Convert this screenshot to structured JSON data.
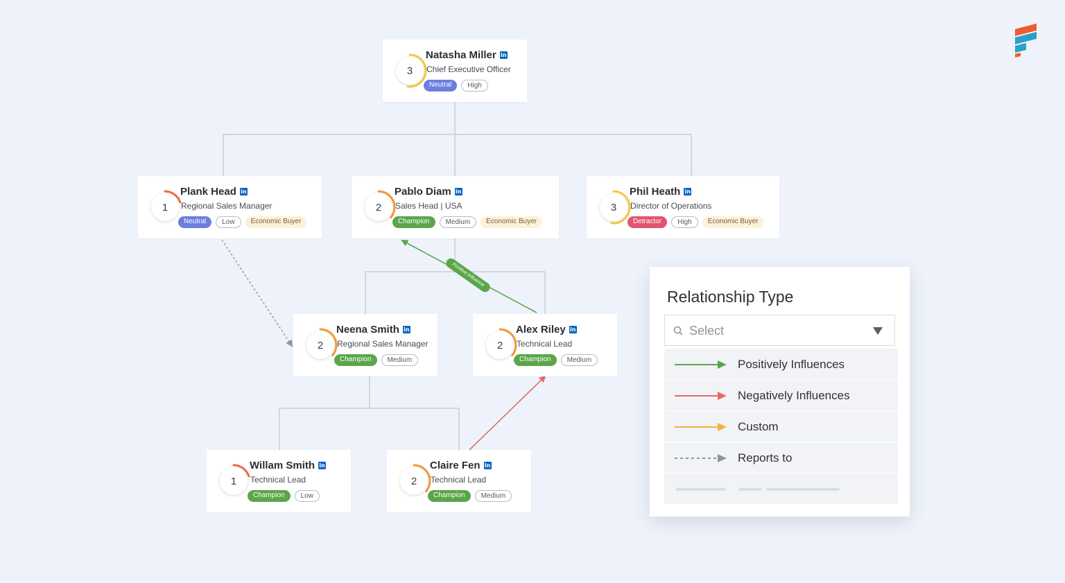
{
  "people": [
    {
      "id": "natasha",
      "name": "Natasha Miller",
      "title": "Chief Executive Officer",
      "score": "3",
      "status": "Neutral",
      "level": "High",
      "role": ""
    },
    {
      "id": "plank",
      "name": "Plank Head",
      "title": "Regional Sales Manager",
      "score": "1",
      "status": "Neutral",
      "level": "Low",
      "role": "Economic Buyer"
    },
    {
      "id": "pablo",
      "name": "Pablo Diam",
      "title": "Sales Head | USA",
      "score": "2",
      "status": "Champion",
      "level": "Medium",
      "role": "Economic Buyer"
    },
    {
      "id": "phil",
      "name": "Phil Heath",
      "title": "Director of Operations",
      "score": "3",
      "status": "Detractor",
      "level": "High",
      "role": "Economic Buyer"
    },
    {
      "id": "neena",
      "name": "Neena Smith",
      "title": "Regional Sales Manager",
      "score": "2",
      "status": "Champion",
      "level": "Medium",
      "role": ""
    },
    {
      "id": "alex",
      "name": "Alex Riley",
      "title": "Technical Lead",
      "score": "2",
      "status": "Champion",
      "level": "Medium",
      "role": ""
    },
    {
      "id": "willam",
      "name": "Willam Smith",
      "title": "Technical Lead",
      "score": "1",
      "status": "Champion",
      "level": "Low",
      "role": ""
    },
    {
      "id": "claire",
      "name": "Claire Fen",
      "title": "Technical Lead",
      "score": "2",
      "status": "Champion",
      "level": "Medium",
      "role": ""
    }
  ],
  "edges": {
    "positive_label": "Positive Influence"
  },
  "linkedin_glyph": "in",
  "legend": {
    "title": "Relationship Type",
    "select_placeholder": "Select",
    "items": [
      {
        "label": "Positively Influences",
        "color": "#5aa649"
      },
      {
        "label": "Negatively Influences",
        "color": "#e86a67"
      },
      {
        "label": "Custom",
        "color": "#f3b23f"
      },
      {
        "label": "Reports to",
        "color": "#8e939d"
      }
    ]
  },
  "colors": {
    "neutral": "#6b7fe0",
    "champion": "#5aa649",
    "detractor": "#e25470",
    "ring_score_1": "#ef6a43",
    "ring_score_2": "#f39a3c",
    "ring_score_3": "#f6c945",
    "brand_teal": "#2ba0c9",
    "brand_orange": "#f05a2c"
  },
  "icons": [
    "linkedin-icon",
    "search-icon",
    "dropdown-arrow-icon",
    "brand-logo-icon"
  ]
}
